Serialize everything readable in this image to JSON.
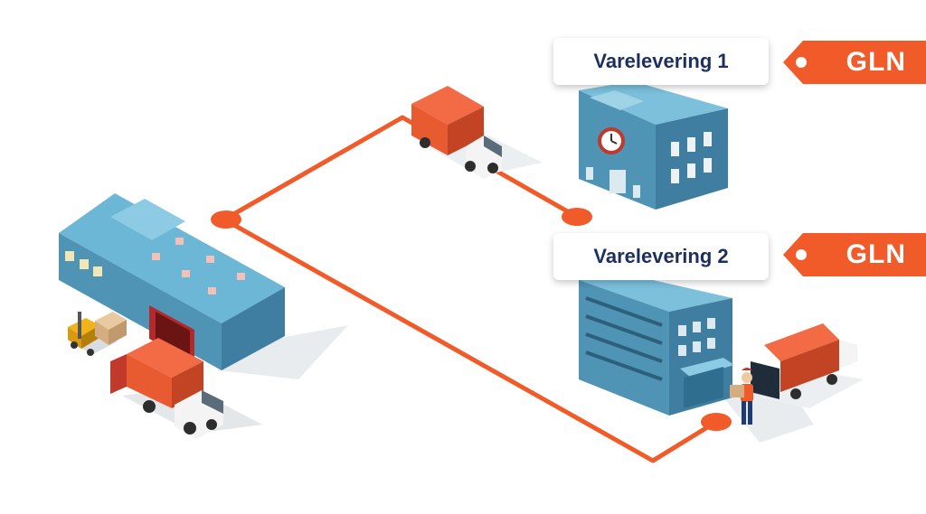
{
  "destinations": [
    {
      "label": "Varelevering 1",
      "tag": "GLN"
    },
    {
      "label": "Varelevering 2",
      "tag": "GLN"
    }
  ],
  "colors": {
    "route": "#f15a29",
    "building_blue": "#5fa8c8",
    "building_dark": "#3d7fa0",
    "label_text": "#1c2f5e",
    "tag": "#f15a29"
  },
  "icons": [
    "warehouse-icon",
    "forklift-icon",
    "delivery-truck-icon",
    "clock-icon",
    "office-building-icon",
    "courier-person-icon",
    "location-dot-icon"
  ]
}
